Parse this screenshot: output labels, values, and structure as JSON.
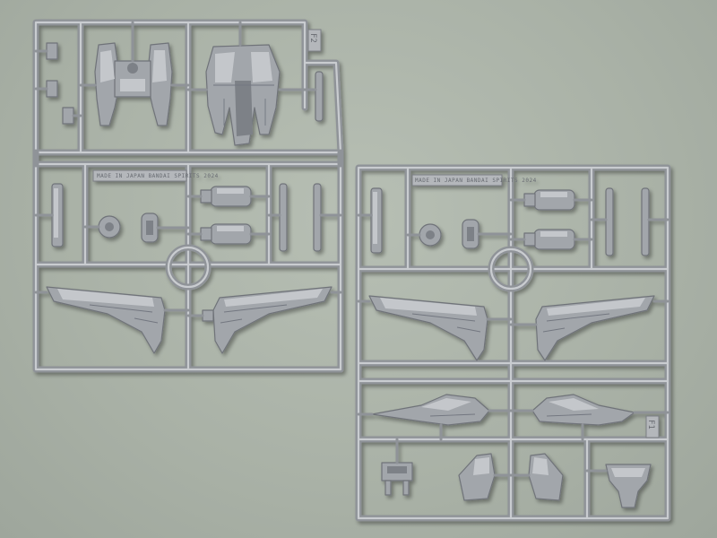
{
  "scene": {
    "subject": "model-kit-sprues",
    "background_color": "#aab2a7",
    "plastic_color": "#a2a6ab"
  },
  "sprues": [
    {
      "id": "sprue-left",
      "tag": "F2",
      "label_strip": "MADE IN JAPAN  BANDAI SPIRITS  2024"
    },
    {
      "id": "sprue-right",
      "tag": "F1",
      "label_strip": "MADE IN JAPAN  BANDAI SPIRITS  2024"
    }
  ]
}
